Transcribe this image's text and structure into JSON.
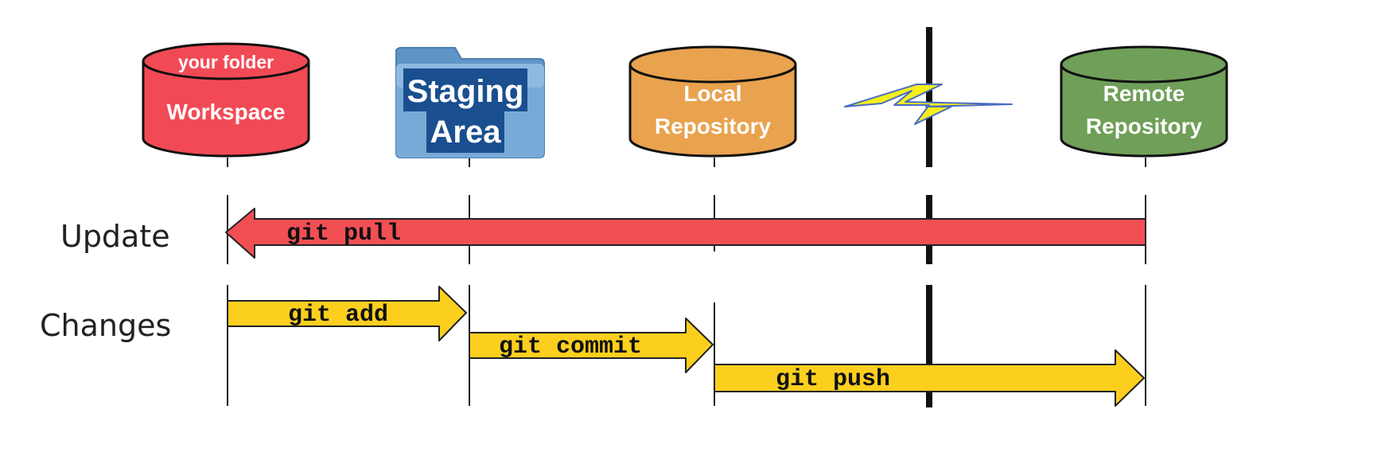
{
  "colors": {
    "workspace": "#f24a55",
    "staging_folder": "#6fa4d2",
    "staging_label_bg": "#1a4f8f",
    "local_repo": "#e9a24e",
    "remote_repo": "#6f9f58",
    "pull_arrow": "#f24f55",
    "change_arrow": "#fccf1f",
    "lightning": "#f6ef1c"
  },
  "nodes": {
    "workspace": {
      "caption": "your folder",
      "label": "Workspace"
    },
    "staging": {
      "label_line1": "Staging",
      "label_line2": "Area"
    },
    "local": {
      "label_line1": "Local",
      "label_line2": "Repository"
    },
    "remote": {
      "label_line1": "Remote",
      "label_line2": "Repository"
    }
  },
  "rows": {
    "update": "Update",
    "changes": "Changes"
  },
  "commands": {
    "pull": "git pull",
    "add": "git add",
    "commit": "git commit",
    "push": "git push"
  }
}
